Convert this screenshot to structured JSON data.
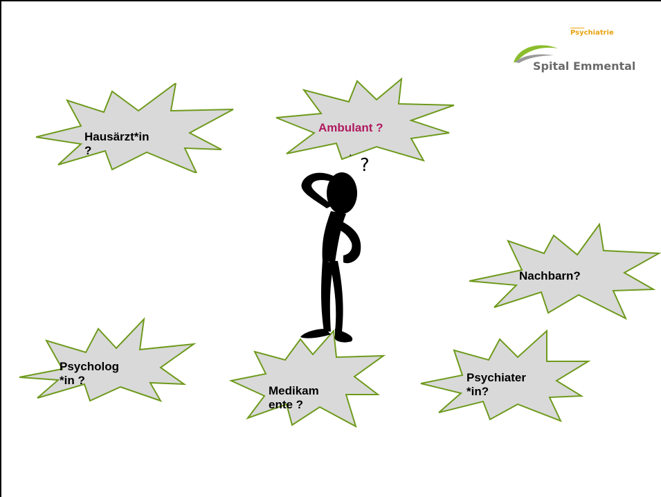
{
  "logo": {
    "department": "Psychiatrie",
    "name": "Spital Emmental",
    "colors": {
      "department": "#e8a310",
      "name": "#6b6b6b",
      "arc_green": "#8bbd2c",
      "arc_gray": "#9a9a9a"
    }
  },
  "bursts": {
    "hausarzt": "Hausärzt*in\n?",
    "ambulant": "Ambulant ?",
    "nachbarn": "Nachbarn?",
    "psychologin": "Psycholog\n*in ?",
    "medikamente": "Medikam\nente ?",
    "psychiater": "Psychiater\n*in?"
  },
  "colors": {
    "burst_fill": "#d9d9d9",
    "burst_stroke": "#6e9a1c",
    "accent_text": "#b0195e"
  },
  "figure": {
    "icon": "thinking-stick-figure-icon",
    "mark": "?"
  }
}
